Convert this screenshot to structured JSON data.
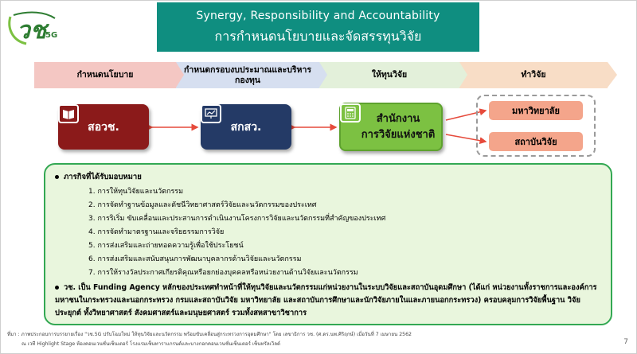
{
  "logo": {
    "text": "วช",
    "suffix": "5G"
  },
  "header": {
    "title_en": "Synergy, Responsibility and Accountability",
    "title_th": "การกำหนดนโยบายและจัดสรรทุนวิจัย"
  },
  "stages": [
    {
      "label": "กำหนดนโยบาย"
    },
    {
      "label": "กำหนดกรอบงบประมาณและบริหารกองทุน"
    },
    {
      "label": "ให้ทุนวิจัย"
    },
    {
      "label": "ทำวิจัย"
    }
  ],
  "orgs": {
    "policy": "สอวช.",
    "fund": "สกสว.",
    "nrct_line1": "สำนักงาน",
    "nrct_line2": "การวิจัยแห่งชาติ",
    "university": "มหาวิทยาลัย",
    "institute": "สถาบันวิจัย"
  },
  "mission": {
    "title": "ภารกิจที่ได้รับมอบหมาย",
    "items": [
      "1. การให้ทุนวิจัยและนวัตกรรม",
      "2. การจัดทำฐานข้อมูลและดัชนีวิทยาศาสตร์วิจัยและนวัตกรรมของประเทศ",
      "3. การริเริ่ม ขับเคลื่อนและประสานการดำเนินงานโครงการวิจัยและนวัตกรรมที่สำคัญของประเทศ",
      "4. การจัดทำมาตรฐานและจริยธรรมการวิจัย",
      "5. การส่งเสริมและถ่ายทอดความรู้เพื่อใช้ประโยชน์",
      "6. การส่งเสริมและสนับสนุนการพัฒนาบุคลากรด้านวิจัยและนวัตกรรม",
      "7. การให้รางวัลประกาศเกียรติคุณหรือยกย่องบุคคลหรือหน่วยงานด้านวิจัยและนวัตกรรม"
    ],
    "paragraph": "วช. เป็น Funding Agency หลักของประเทศทำหน้าที่ให้ทุนวิจัยและนวัตกรรมแก่หน่วยงานในระบบวิจัยและสถาบันอุดมศึกษา (ได้แก่ หน่วยงานทั้งราชการและองค์การมหาชนในกระทรวงและนอกกระทรวง กรมและสถาบันวิจัย มหาวิทยาลัย และสถาบันการศึกษาและนักวิจัยภายในและภายนอกกระทรวง) ครอบคลุมการวิจัยพื้นฐาน วิจัยประยุกต์ ทั้งวิทยาศาสตร์ สังคมศาสตร์และมนุษยศาสตร์ รวมทั้งสหสาขาวิชาการ"
  },
  "footer": {
    "line1": "ที่มา : ภาพประกอบการบรรยายเรื่อง \"วช.5G ปรับโฉมใหม่ ให้ทุนวิจัยและนวัตกรรม พร้อมขับเคลื่อนสู่กระทรวงการอุดมศึกษา\" โดย เลขาธิการ วช. (ศ.ดร.นพ.ศิริฤกษ์) เมื่อวันที่ 7 เมษายน 2562",
    "line2": "ณ เวที Highlight Stage ห้องคอนเวนชั่นเซ็นเตอร์ โรงแรมเซ็นทาราแกรนด์และบางกอกคอนเวนชั่นเซ็นเตอร์ เซ็นทรัลเวิลด์",
    "page": "7"
  },
  "colors": {
    "header": "#0f8e80",
    "policy": "#8b1a1a",
    "fund": "#243a66",
    "nrct": "#7cc142",
    "performer": "#f4a58b",
    "panel_border": "#33a853",
    "panel_fill": "#e9f6dd",
    "arrow": "#e64a3b"
  }
}
